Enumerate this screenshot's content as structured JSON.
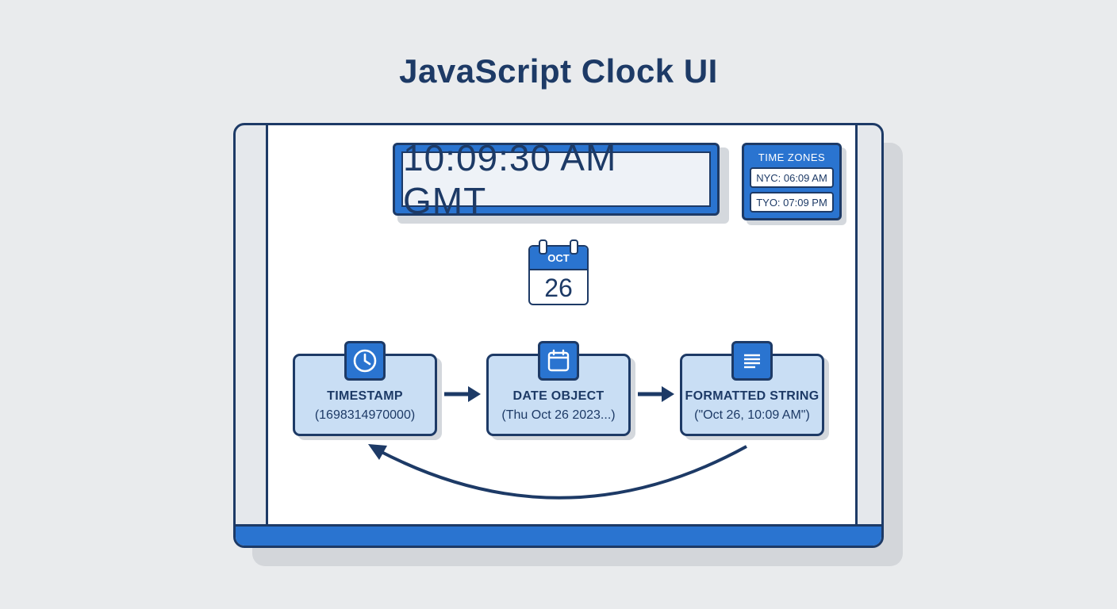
{
  "title": "JavaScript Clock UI",
  "clock": {
    "time": "10:09:30 AM GMT"
  },
  "time_zones": {
    "title": "TIME ZONES",
    "items": [
      "NYC: 06:09 AM",
      "TYO: 07:09 PM"
    ]
  },
  "calendar": {
    "month": "OCT",
    "day": "26"
  },
  "flow": [
    {
      "label": "TIMESTAMP",
      "value": "(1698314970000)",
      "icon": "clock-icon"
    },
    {
      "label": "DATE OBJECT",
      "value": "(Thu Oct 26 2023...)",
      "icon": "calendar-icon"
    },
    {
      "label": "FORMATTED STRING",
      "value": "(\"Oct 26, 10:09 AM\")",
      "icon": "document-icon"
    }
  ],
  "colors": {
    "primary": "#2a74d0",
    "outline": "#1d3a66",
    "box_fill": "#c9def4",
    "background": "#e9ebed"
  }
}
